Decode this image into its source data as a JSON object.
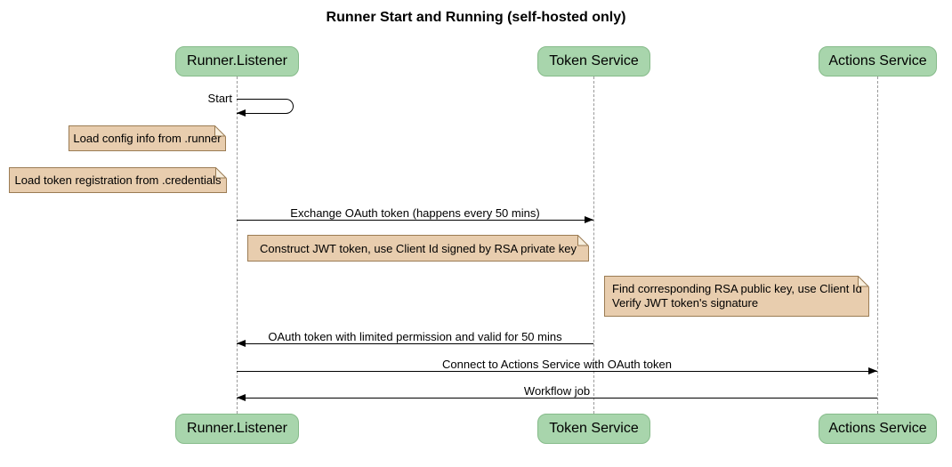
{
  "title": "Runner Start and Running (self-hosted only)",
  "participants": [
    {
      "name": "Runner.Listener"
    },
    {
      "name": "Token Service"
    },
    {
      "name": "Actions Service"
    }
  ],
  "messages": [
    {
      "label": "Start",
      "from": "Runner.Listener",
      "to": "Runner.Listener",
      "kind": "self"
    },
    {
      "label": "Exchange OAuth token (happens every 50 mins)",
      "from": "Runner.Listener",
      "to": "Token Service",
      "kind": "solid-arrow"
    },
    {
      "label": "OAuth token with limited permission and valid for 50 mins",
      "from": "Token Service",
      "to": "Runner.Listener",
      "kind": "solid-arrow"
    },
    {
      "label": "Connect to Actions Service with OAuth token",
      "from": "Runner.Listener",
      "to": "Actions Service",
      "kind": "solid-arrow"
    },
    {
      "label": "Workflow job",
      "from": "Actions Service",
      "to": "Runner.Listener",
      "kind": "solid-arrow"
    }
  ],
  "notes": [
    {
      "text": "Load config info from .runner"
    },
    {
      "text": "Load token registration from .credentials"
    },
    {
      "text": "Construct JWT token, use Client Id signed by RSA private key"
    },
    {
      "lines": [
        "Find corresponding RSA public key, use Client Id",
        "Verify JWT token's signature"
      ]
    }
  ],
  "colors": {
    "background": "#ffffff",
    "text": "#000000",
    "actor-fill": "#a8d5ac",
    "actor-border": "#86bb8a",
    "note-fill": "#e8cdae",
    "note-border": "#9b7c54",
    "note-fold": "#f7eedd",
    "lifeline": "#999999",
    "arrow": "#000000"
  }
}
